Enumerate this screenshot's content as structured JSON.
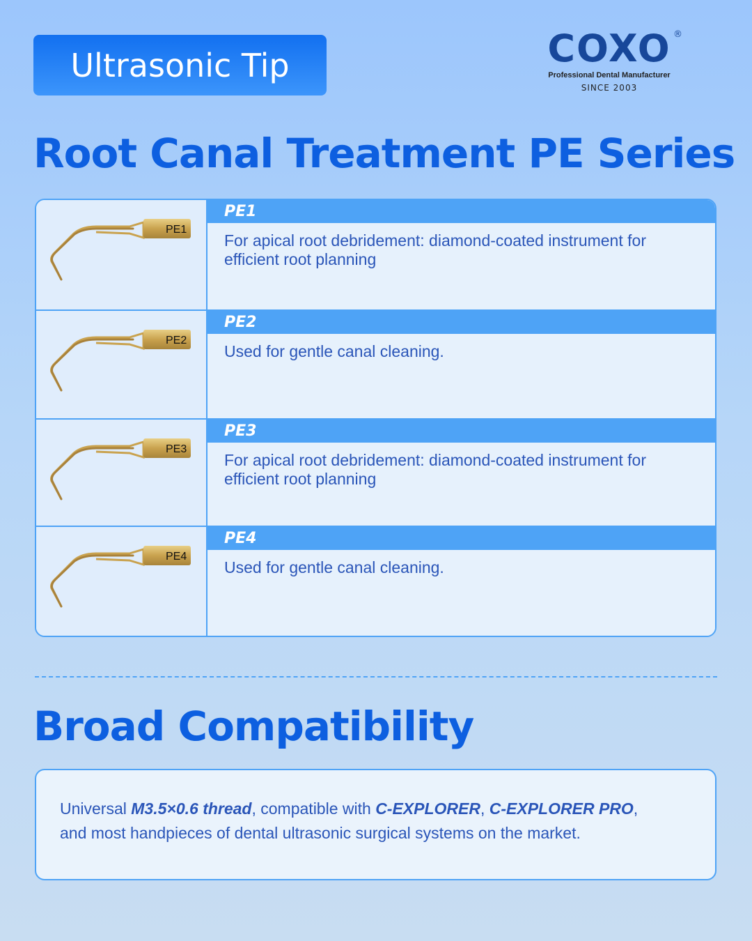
{
  "badge": "Ultrasonic Tip",
  "logo": {
    "brand": "COXO",
    "registered": "®",
    "tagline": "Professional Dental Manufacturer",
    "since": "SINCE  2003"
  },
  "section1_title": "Root Canal Treatment PE Series",
  "tips": [
    {
      "name": "PE1",
      "label": "PE1",
      "description": "For apical root debridement: diamond-coated instrument for efficient root planning"
    },
    {
      "name": "PE2",
      "label": "PE2",
      "description": "Used for gentle canal cleaning."
    },
    {
      "name": "PE3",
      "label": "PE3",
      "description": "For apical root debridement: diamond-coated instrument for efficient root planning"
    },
    {
      "name": "PE4",
      "label": "PE4",
      "description": "Used for gentle canal cleaning."
    }
  ],
  "section2_title": "Broad Compatibility",
  "compat": {
    "t1": "Universal ",
    "b1": "M3.5×0.6 thread",
    "t2": ", compatible with ",
    "b2": "C-EXPLORER",
    "t3": ", ",
    "b3": "C-EXPLORER PRO",
    "t4": ",",
    "line2": "and most handpieces of dental ultrasonic surgical systems on the market."
  }
}
